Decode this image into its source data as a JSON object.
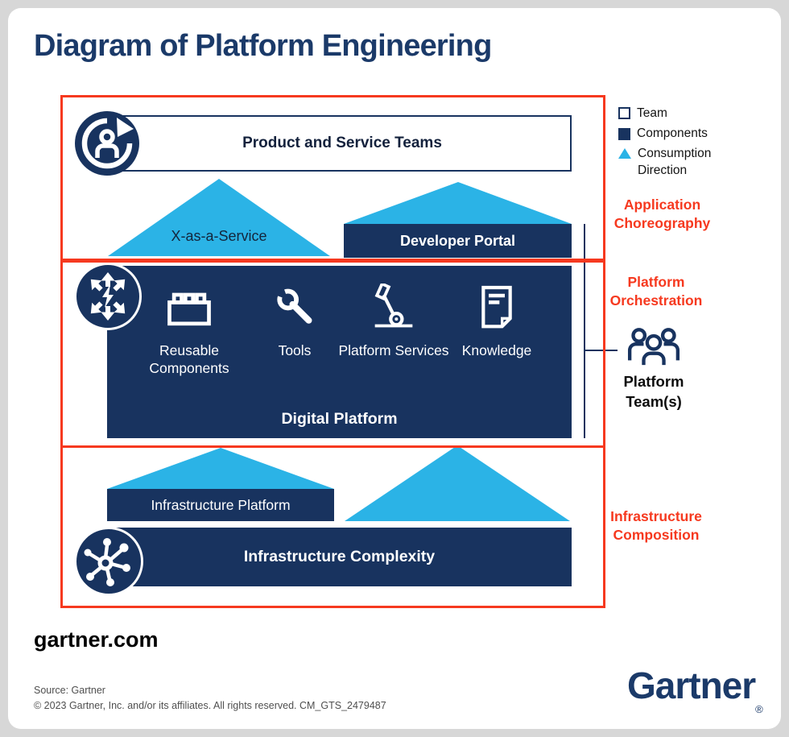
{
  "title": "Diagram of Platform Engineering",
  "colors": {
    "navy": "#18335F",
    "blue": "#2BB3E6",
    "red": "#F6391F",
    "title_navy": "#1B3A69"
  },
  "legend": {
    "items": [
      {
        "label": "Team",
        "swatch": "team-square"
      },
      {
        "label": "Components",
        "swatch": "components-square"
      },
      {
        "label": "Consumption Direction",
        "swatch": "consumption-triangle"
      }
    ]
  },
  "application": {
    "section_label": "Application Choreography",
    "icon": "agile-cycle-icon",
    "teams_label": "Product and Service Teams",
    "xaas_label": "X-as-a-Service",
    "portal_label": "Developer Portal"
  },
  "platform": {
    "section_label": "Platform Orchestration",
    "icon": "scale-out-icon",
    "platform_label": "Digital Platform",
    "team_label": "Platform Team(s)",
    "team_icon": "people-icon",
    "items": [
      {
        "label": "Reusable Components",
        "icon": "brick-icon"
      },
      {
        "label": "Tools",
        "icon": "wrench-icon"
      },
      {
        "label": "Platform Services",
        "icon": "lever-icon"
      },
      {
        "label": "Knowledge",
        "icon": "document-icon"
      }
    ]
  },
  "infrastructure": {
    "section_label": "Infrastructure Composition",
    "icon": "network-hub-icon",
    "platform_label": "Infrastructure Platform",
    "complexity_label": "Infrastructure Complexity"
  },
  "footer": {
    "site": "gartner.com",
    "source": "Source: Gartner",
    "copyright": "© 2023 Gartner, Inc. and/or its affiliates. All rights reserved. CM_GTS_2479487",
    "logo": "Gartner",
    "registered": "®"
  }
}
